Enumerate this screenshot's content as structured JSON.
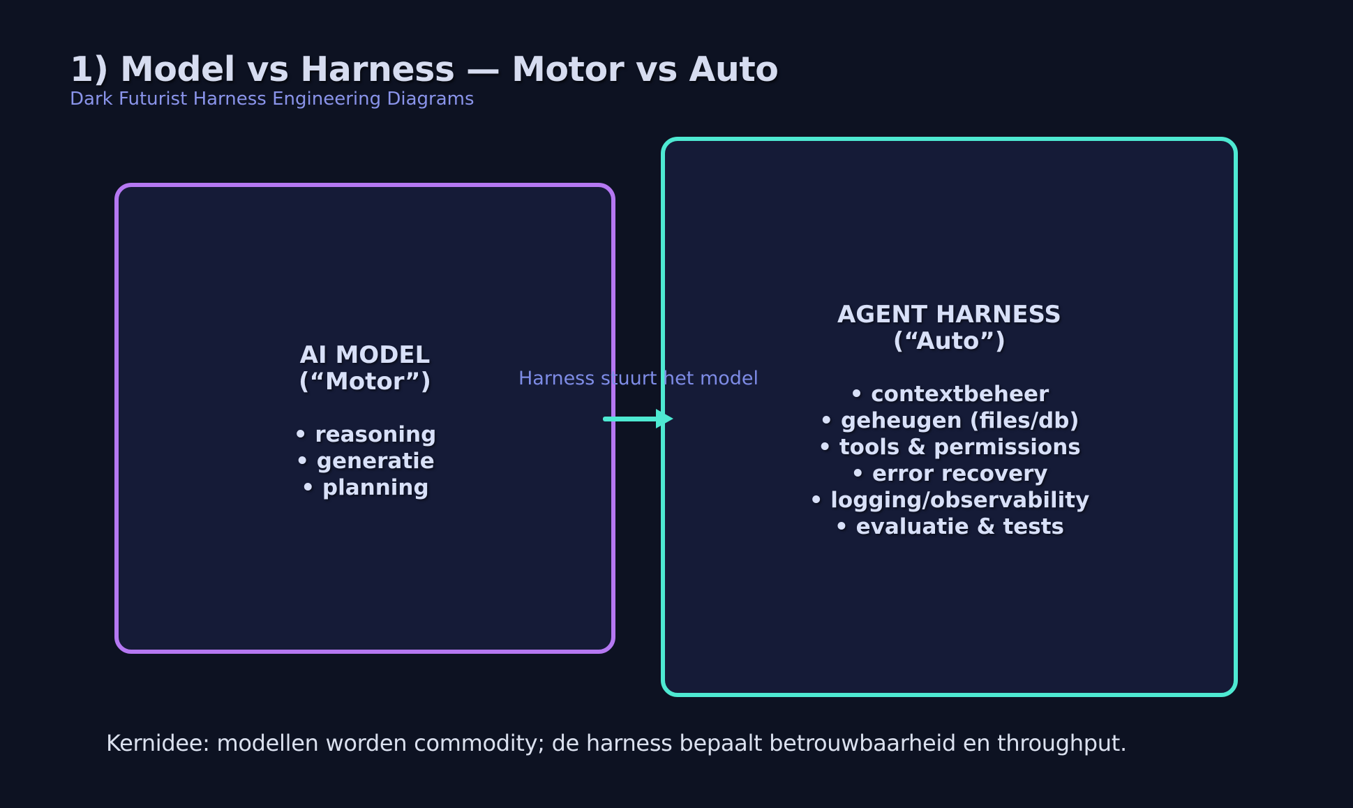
{
  "header": {
    "title": "1) Model vs Harness — Motor vs Auto",
    "subtitle": "Dark Futurist Harness Engineering Diagrams"
  },
  "model_box": {
    "title_line1": "AI MODEL",
    "title_line2": "(“Motor”)",
    "bullets": [
      "• reasoning",
      "• generatie",
      "• planning"
    ]
  },
  "harness_box": {
    "title_line1": "AGENT HARNESS",
    "title_line2": "(“Auto”)",
    "bullets": [
      "• contextbeheer",
      "• geheugen (files/db)",
      "• tools & permissions",
      "• error recovery",
      "• logging/observability",
      "• evaluatie & tests"
    ]
  },
  "arrow": {
    "label": "Harness stuurt het model"
  },
  "footer": {
    "text": "Kernidee: modellen worden commodity; de harness bepaalt betrouwbaarheid en throughput."
  },
  "colors": {
    "background": "#0d1222",
    "box_fill": "#151b37",
    "model_border": "#b578f2",
    "harness_border": "#4ee9d2",
    "arrow": "#4ee9d2",
    "title_text": "#d6dcf0",
    "subtitle_text": "#8a94ea",
    "box_text": "#d8e0f8",
    "arrow_label_text": "#7e8ce6",
    "footer_text": "#dbe1ef"
  }
}
